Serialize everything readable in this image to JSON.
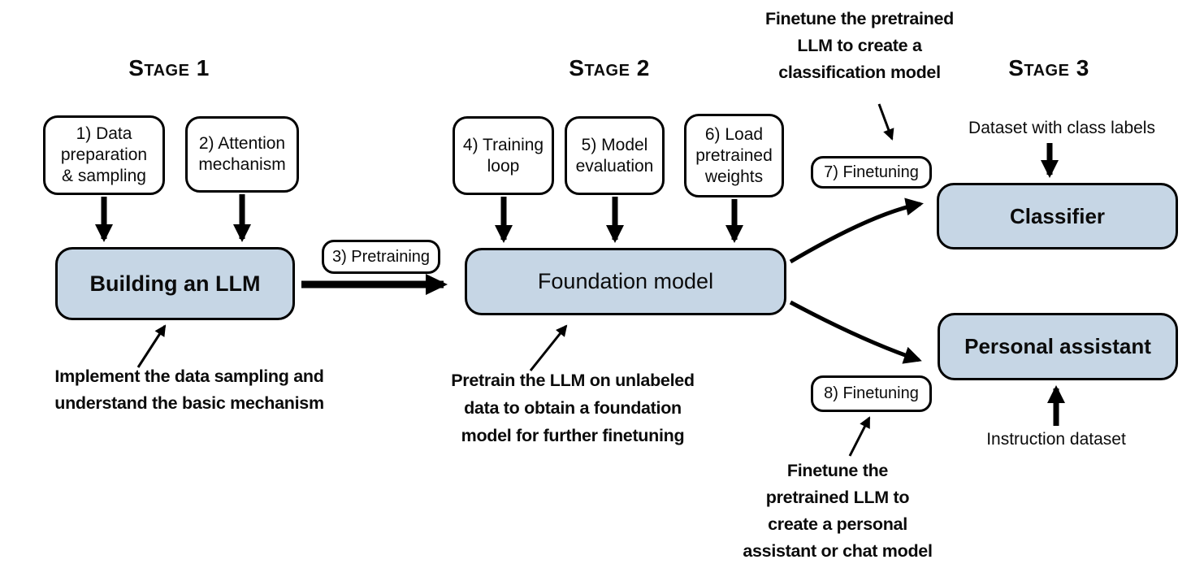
{
  "colors": {
    "background": "#ffffff",
    "model_box_fill": "#c6d6e5",
    "outline": "#000000"
  },
  "stages": [
    {
      "title": "Stage 1"
    },
    {
      "title": "Stage 2"
    },
    {
      "title": "Stage 3"
    }
  ],
  "step_boxes": {
    "data_prep": {
      "lines": [
        "1) Data",
        "preparation",
        "& sampling"
      ]
    },
    "attention": {
      "lines": [
        "2) Attention",
        "mechanism"
      ]
    },
    "training_loop": {
      "lines": [
        "4) Training",
        "loop"
      ]
    },
    "model_eval": {
      "lines": [
        "5) Model",
        "evaluation"
      ]
    },
    "load_weights": {
      "lines": [
        "6) Load",
        "pretrained",
        "weights"
      ]
    }
  },
  "pills": {
    "pretraining": "3) Pretraining",
    "finetuning_7": "7) Finetuning",
    "finetuning_8": "8) Finetuning"
  },
  "model_boxes": {
    "building": "Building an LLM",
    "foundation": "Foundation model",
    "classifier": "Classifier",
    "assistant": "Personal assistant"
  },
  "labels": {
    "dataset_class": "Dataset with class labels",
    "instruction_dataset": "Instruction dataset"
  },
  "annotations": {
    "stage1": [
      "Implement the data sampling and",
      "understand the basic mechanism"
    ],
    "stage2": [
      "Pretrain the LLM on unlabeled",
      "data to obtain a foundation",
      "model for further finetuning"
    ],
    "classification": [
      "Finetune the pretrained",
      "LLM to create a",
      "classification model"
    ],
    "assistant": [
      "Finetune the",
      "pretrained LLM to",
      "create a personal",
      "assistant or chat model"
    ]
  }
}
